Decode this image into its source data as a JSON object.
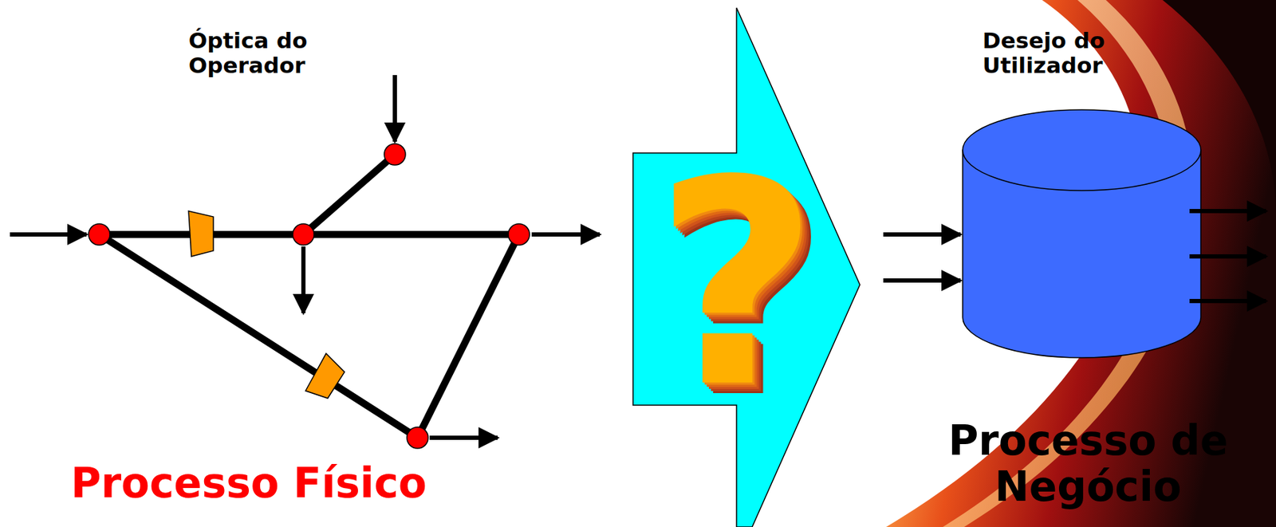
{
  "diagram": {
    "labels": [
      "Óptica do Operador",
      "Processo Físico",
      "?",
      "Desejo do Utilizador",
      "Processo de Negócio"
    ]
  }
}
